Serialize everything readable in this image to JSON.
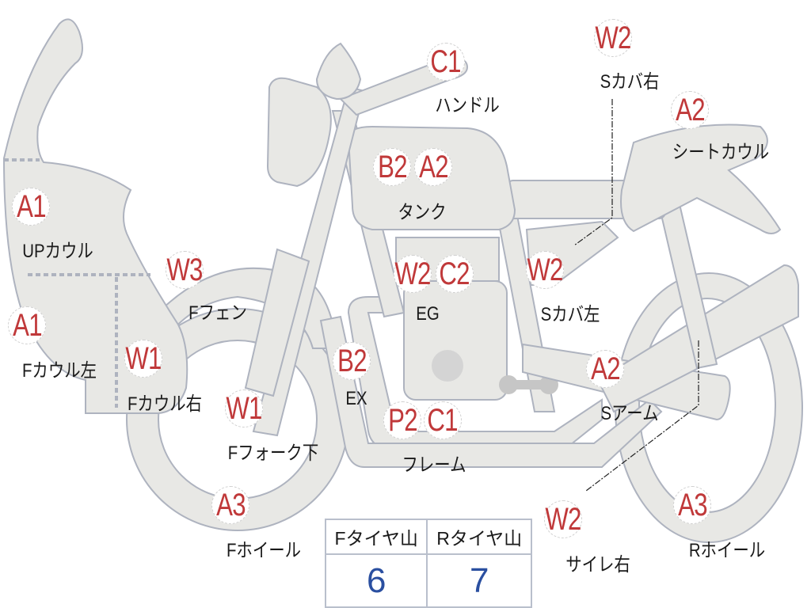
{
  "colors": {
    "code": "#c0393a",
    "value": "#2a4fa0",
    "part_fill": "#e8e8e5",
    "outline": "#aeb3bf"
  },
  "parts": [
    {
      "codes": [
        "A1"
      ],
      "name": "UPカウル"
    },
    {
      "codes": [
        "A1"
      ],
      "name": "Fカウル左"
    },
    {
      "codes": [
        "W1"
      ],
      "name": "Fカウル右"
    },
    {
      "codes": [
        "W3"
      ],
      "name": "Fフェン"
    },
    {
      "codes": [
        "W1"
      ],
      "name": "Fフォーク下"
    },
    {
      "codes": [
        "A3"
      ],
      "name": "Fホイール"
    },
    {
      "codes": [
        "B2"
      ],
      "name": "EX"
    },
    {
      "codes": [
        "B2",
        "A2"
      ],
      "name": "タンク"
    },
    {
      "codes": [
        "C1"
      ],
      "name": "ハンドル"
    },
    {
      "codes": [
        "W2",
        "C2"
      ],
      "name": "EG"
    },
    {
      "codes": [
        "P2",
        "C1"
      ],
      "name": "フレーム"
    },
    {
      "codes": [
        "W2"
      ],
      "name": "Sカバ左"
    },
    {
      "codes": [
        "W2"
      ],
      "name": "Sカバ右"
    },
    {
      "codes": [
        "A2"
      ],
      "name": "シートカウル"
    },
    {
      "codes": [
        "A2"
      ],
      "name": "Sアーム"
    },
    {
      "codes": [
        "W2"
      ],
      "name": "サイレ右"
    },
    {
      "codes": [
        "A3"
      ],
      "name": "Rホイール"
    }
  ],
  "tire_table": {
    "headers": [
      "Fタイヤ山",
      "Rタイヤ山"
    ],
    "values": [
      "6",
      "7"
    ]
  }
}
